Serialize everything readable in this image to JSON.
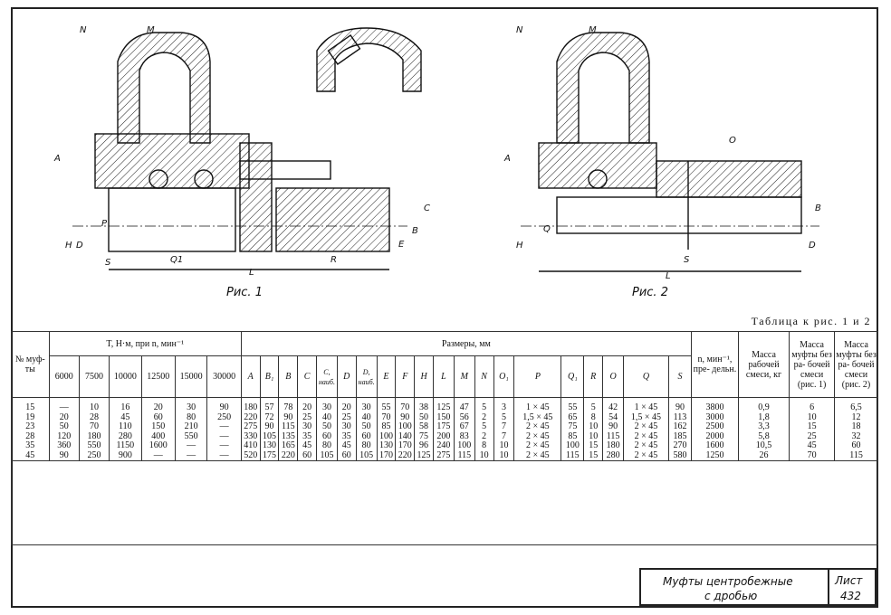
{
  "figure1": {
    "caption": "Рис. 1",
    "dims": [
      "N",
      "M",
      "A",
      "H",
      "D",
      "P",
      "S",
      "Q1",
      "L",
      "E",
      "B",
      "C",
      "R"
    ]
  },
  "figure2": {
    "caption": "Рис. 2",
    "dims": [
      "N",
      "M",
      "A",
      "H",
      "D",
      "Q",
      "O",
      "B",
      "S",
      "L"
    ]
  },
  "table_title": "Таблица к рис. 1 и 2",
  "table": {
    "col_no": "№ муф- ты",
    "group_T": "T, Н·м, при n, мин⁻¹",
    "group_dims": "Размеры, мм",
    "speeds": [
      "6000",
      "7500",
      "10000",
      "12500",
      "15000",
      "30000"
    ],
    "dims": [
      "A",
      "B₁",
      "B",
      "C",
      "C, наиб.",
      "D",
      "D, наиб.",
      "E",
      "F",
      "H",
      "L",
      "M",
      "N",
      "O₁",
      "P",
      "Q₁",
      "R",
      "O",
      "Q",
      "S"
    ],
    "col_n": "n, мин⁻¹, пре- дельн.",
    "col_mass_work": "Масса рабочей смеси, кг",
    "col_mass1": "Масса муфты без ра- бочей смеси (рис. 1)",
    "col_mass2": "Масса муфты без ра- бочей смеси (рис. 2)",
    "rows": [
      [
        "15",
        "—",
        "10",
        "16",
        "20",
        "30",
        "90",
        "180",
        "57",
        "78",
        "20",
        "30",
        "20",
        "30",
        "55",
        "70",
        "38",
        "125",
        "47",
        "5",
        "3",
        "1 × 45",
        "55",
        "5",
        "42",
        "1 × 45",
        "90",
        "3800",
        "0,9",
        "6",
        "6,5"
      ],
      [
        "19",
        "20",
        "28",
        "45",
        "60",
        "80",
        "250",
        "220",
        "72",
        "90",
        "25",
        "40",
        "25",
        "40",
        "70",
        "90",
        "50",
        "150",
        "56",
        "2",
        "5",
        "1,5 × 45",
        "65",
        "8",
        "54",
        "1,5 × 45",
        "113",
        "3000",
        "1,8",
        "10",
        "12"
      ],
      [
        "23",
        "50",
        "70",
        "110",
        "150",
        "210",
        "—",
        "275",
        "90",
        "115",
        "30",
        "50",
        "30",
        "50",
        "85",
        "100",
        "58",
        "175",
        "67",
        "5",
        "7",
        "2 × 45",
        "75",
        "10",
        "90",
        "2 × 45",
        "162",
        "2500",
        "3,3",
        "15",
        "18"
      ],
      [
        "28",
        "120",
        "180",
        "280",
        "400",
        "550",
        "—",
        "330",
        "105",
        "135",
        "35",
        "60",
        "35",
        "60",
        "100",
        "140",
        "75",
        "200",
        "83",
        "2",
        "7",
        "2 × 45",
        "85",
        "10",
        "115",
        "2 × 45",
        "185",
        "2000",
        "5,8",
        "25",
        "32"
      ],
      [
        "35",
        "360",
        "550",
        "1150",
        "1600",
        "—",
        "—",
        "410",
        "130",
        "165",
        "45",
        "80",
        "45",
        "80",
        "130",
        "170",
        "96",
        "240",
        "100",
        "8",
        "10",
        "2 × 45",
        "100",
        "15",
        "180",
        "2 × 45",
        "270",
        "1600",
        "10,5",
        "45",
        "60"
      ],
      [
        "45",
        "90",
        "250",
        "900",
        "—",
        "—",
        "—",
        "520",
        "175",
        "220",
        "60",
        "105",
        "60",
        "105",
        "170",
        "220",
        "125",
        "275",
        "115",
        "10",
        "10",
        "2 × 45",
        "115",
        "15",
        "280",
        "2 × 45",
        "580",
        "1250",
        "26",
        "70",
        "115"
      ]
    ]
  },
  "stamp": {
    "title_line1": "Муфты центробежные",
    "title_line2": "с дробью",
    "sheet_label": "Лист",
    "sheet_no": "432"
  }
}
